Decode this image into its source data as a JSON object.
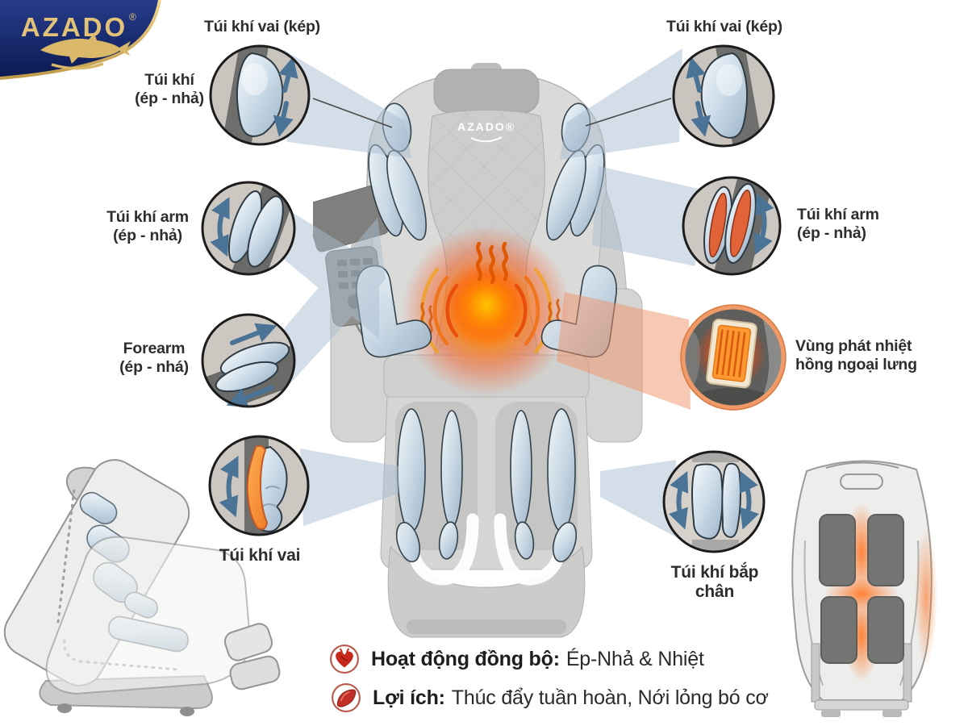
{
  "brand": {
    "logo_text": "AZADO",
    "registered_mark": "®",
    "chair_label": "AZADO®"
  },
  "callouts": {
    "shoulder_double_left": {
      "label": "Túi khí vai (kép)"
    },
    "back_airbag_left": {
      "line1": "Túi khí",
      "line2": "(ép - nhả)"
    },
    "arm_left": {
      "line1": "Túi khí arm",
      "line2": "(ép - nhả)"
    },
    "forearm_left": {
      "line1": "Forearm",
      "line2": "(ép - nhá)"
    },
    "shoulder_left": {
      "label": "Túi khí vai"
    },
    "shoulder_double_right": {
      "label": "Túi khí vai (kép)"
    },
    "arm_right": {
      "line1": "Túi khí arm",
      "line2": "(ép - nhả)"
    },
    "heat_zone_right": {
      "line1": "Vùng phát nhiệt",
      "line2": "hồng ngoại lưng"
    },
    "calf_right": {
      "label": "Túi khí bắp chân"
    }
  },
  "features": {
    "sync": {
      "icon": "heart-icon",
      "title": "Hoạt động đồng bộ:",
      "detail": "Ép-Nhả & Nhiệt"
    },
    "benefit": {
      "icon": "muscle-icon",
      "title": "Lợi ích:",
      "detail": "Thúc đẩy tuần hoàn, Nới lỏng bó cơ"
    }
  },
  "colors": {
    "brand_navy": "#12246b",
    "brand_gold": "#d9b86a",
    "airbag_blue": "#c7d8e6",
    "heat_orange": "#ff7a00",
    "arrow_blue": "#4a7396",
    "beam_blue": "#a9bed2",
    "label_text": "#2d2d2d"
  }
}
